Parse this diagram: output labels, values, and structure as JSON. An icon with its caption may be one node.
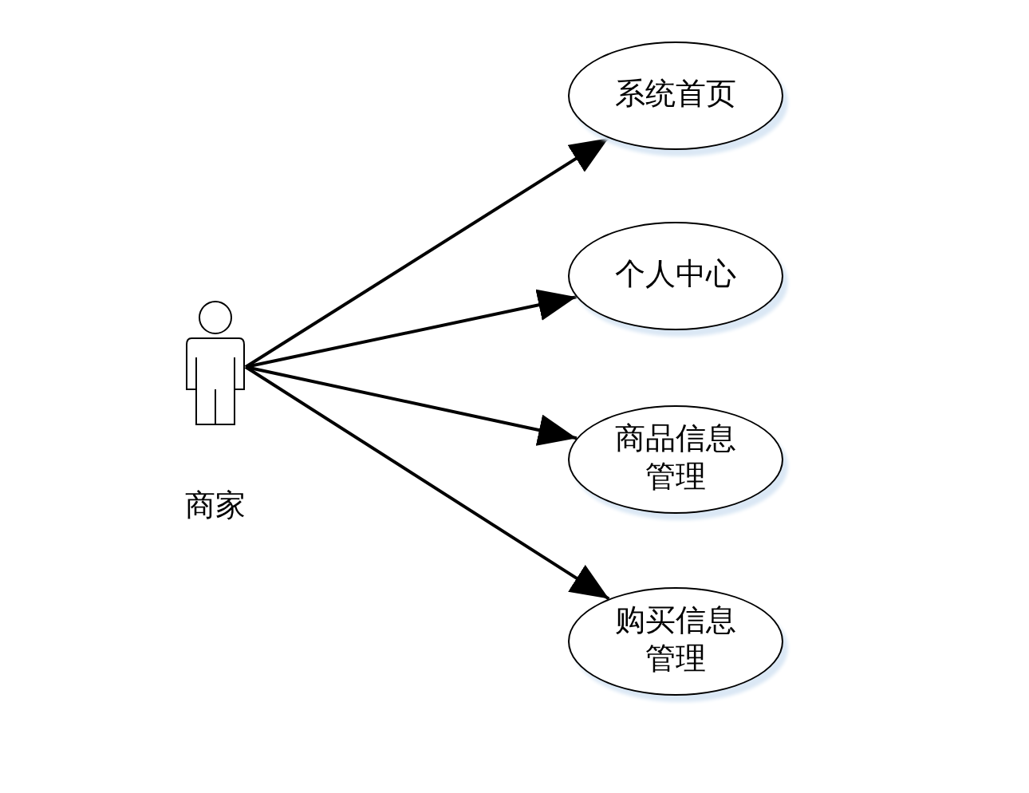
{
  "diagram": {
    "nodes": [
      {
        "text": [
          "商家"
        ]
      },
      {
        "text": [
          "系统首页"
        ]
      },
      {
        "text": [
          "个人中心"
        ]
      },
      {
        "text": [
          "商品信息管理"
        ]
      },
      {
        "text": [
          "购买信息管理"
        ]
      }
    ],
    "edges": [
      {
        "from": 0,
        "to": 1,
        "arrow": "to"
      },
      {
        "from": 0,
        "to": 2,
        "arrow": "to"
      },
      {
        "from": 0,
        "to": 3,
        "arrow": "to"
      },
      {
        "from": 0,
        "to": 4,
        "arrow": "to"
      }
    ]
  }
}
